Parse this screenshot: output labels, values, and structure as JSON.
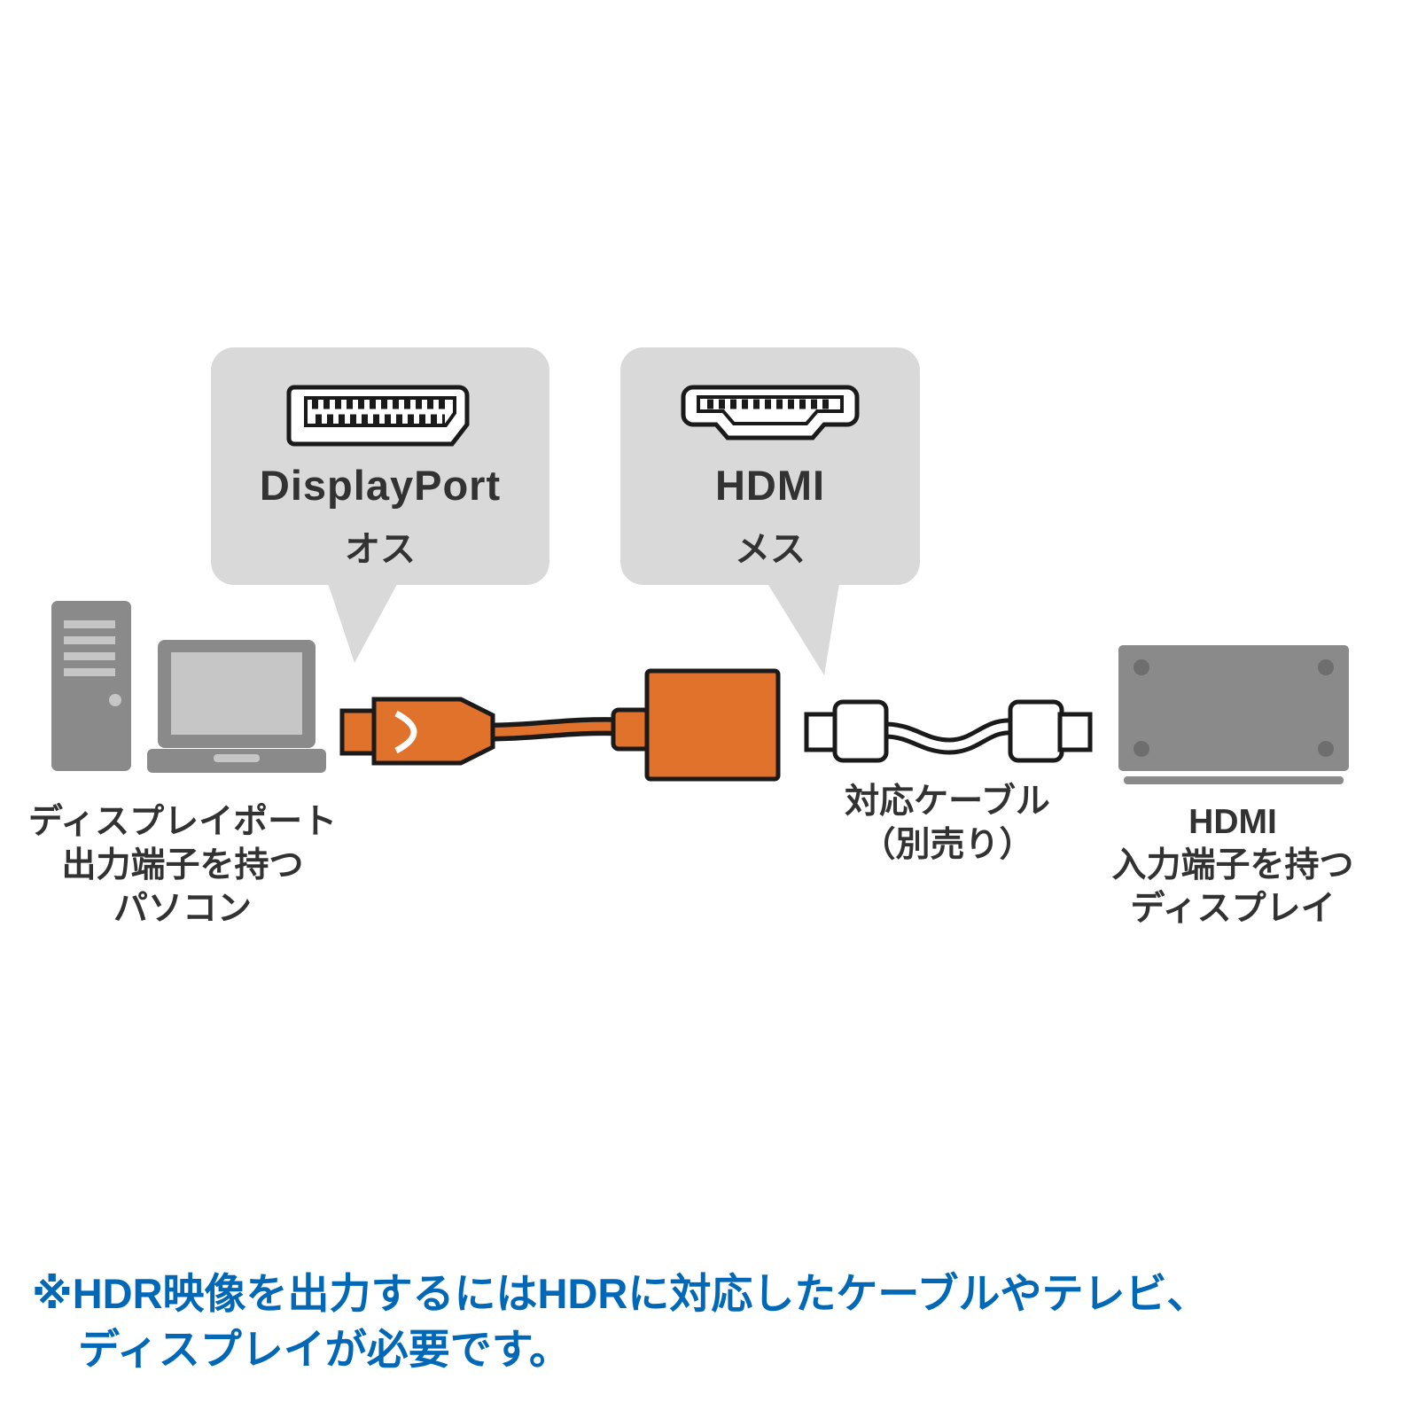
{
  "callouts": {
    "displayport": {
      "title": "DisplayPort",
      "gender": "オス"
    },
    "hdmi": {
      "title": "HDMI",
      "gender": "メス"
    }
  },
  "labels": {
    "source_device": [
      "ディスプレイポート",
      "出力端子を持つ",
      "パソコン"
    ],
    "cable": [
      "対応ケーブル",
      "（別売り）"
    ],
    "display_device": [
      "HDMI",
      "入力端子を持つ",
      "ディスプレイ"
    ]
  },
  "footnote": [
    "※HDR映像を出力するにはHDRに対応したケーブルやテレビ、",
    "ディスプレイが必要です。"
  ],
  "icons": {
    "displayport_connector": "displayport-connector-icon",
    "hdmi_connector": "hdmi-connector-icon",
    "desktop_pc": "desktop-pc-icon",
    "laptop": "laptop-icon",
    "adapter": "dp-to-hdmi-adapter-illustration",
    "hdmi_cable": "hdmi-cable-icon",
    "tv": "tv-display-icon"
  },
  "colors": {
    "adapter_orange": "#e0722c",
    "callout_gray": "#d9d9d9",
    "device_gray": "#8a8a8a",
    "device_light_gray": "#c6c6c6",
    "device_dark_gray": "#6e6e6e",
    "note_blue": "#0068b7",
    "text_dark": "#323232"
  }
}
